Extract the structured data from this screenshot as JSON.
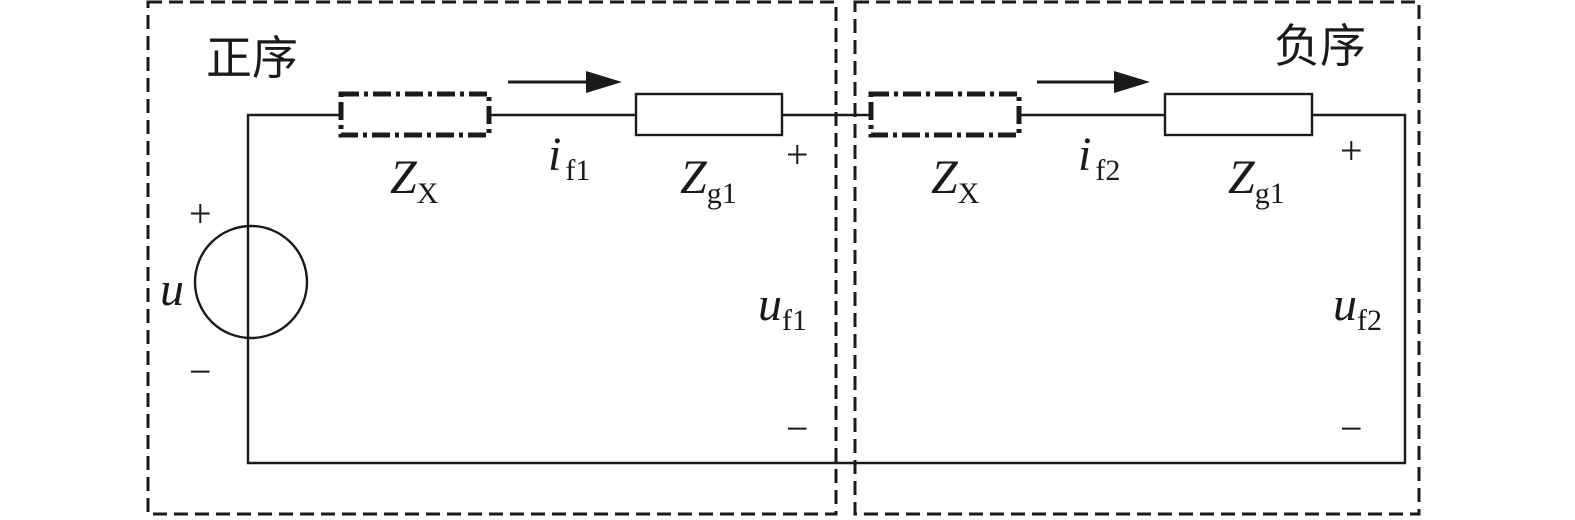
{
  "panels": {
    "positive": {
      "title": "正序"
    },
    "negative": {
      "title": "负序"
    }
  },
  "source": {
    "symbol": "u",
    "plus": "+",
    "minus": "−"
  },
  "positive_branch": {
    "zx": {
      "symbol": "Z",
      "sub": "X"
    },
    "current": {
      "symbol": "i",
      "sub": "f1"
    },
    "zg": {
      "symbol": "Z",
      "sub": "g1"
    },
    "voltage": {
      "symbol": "u",
      "sub": "f1",
      "plus": "+",
      "minus": "−"
    }
  },
  "negative_branch": {
    "zx": {
      "symbol": "Z",
      "sub": "X"
    },
    "current": {
      "symbol": "i",
      "sub": "f2"
    },
    "zg": {
      "symbol": "Z",
      "sub": "g1"
    },
    "voltage": {
      "symbol": "u",
      "sub": "f2",
      "plus": "+",
      "minus": "−"
    }
  }
}
